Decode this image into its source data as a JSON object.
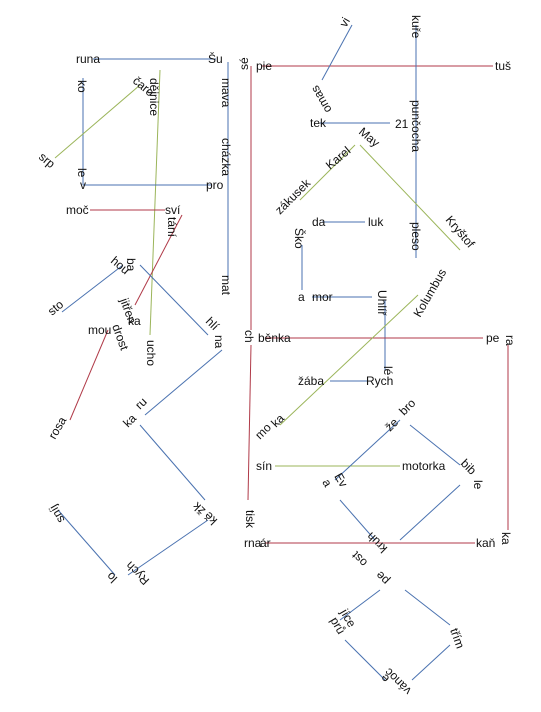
{
  "colors": {
    "blue": "#4a72b0",
    "red": "#b03a48",
    "green": "#9bb55a",
    "text": "#111111"
  },
  "words": [
    "runa",
    "Šu",
    "ko",
    "čaro",
    "dějnice",
    "mava",
    "srp",
    "le",
    "v",
    "pro",
    "cházka",
    "moč",
    "sví",
    "tání",
    "hou",
    "ba",
    "sto",
    "jitřen",
    "ka",
    "mou",
    "drost",
    "hlí",
    "na",
    "ucho",
    "mat",
    "rosa",
    "ru",
    "ka",
    "kě",
    "žk",
    "sníj",
    "Rych",
    "lo",
    "vi",
    "kuře",
    "sé",
    "pie",
    "tuš",
    "omas",
    "tek",
    "21",
    "punčocha",
    "Karel",
    "May",
    "zákusek",
    "Kryštof",
    "Ško",
    "da",
    "luk",
    "pleso",
    "Kolumbus",
    "a",
    "mor",
    "Uhlíř",
    "ch",
    "běnka",
    "pe",
    "ra",
    "žába",
    "Rych",
    "lé",
    "mo",
    "ka",
    "že",
    "bro",
    "sín",
    "motorka",
    "bib",
    "le",
    "Ev",
    "a",
    "tisk",
    "rna",
    "ár",
    "kaň",
    "ka",
    "kruh",
    "ost",
    "pe",
    "prů",
    "jíce",
    "třím",
    "vánoc",
    "e"
  ]
}
